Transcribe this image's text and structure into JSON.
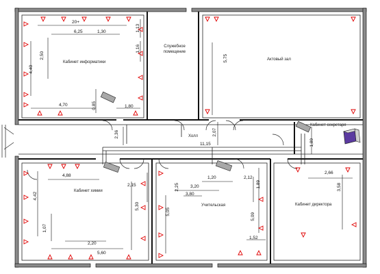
{
  "rooms": {
    "info_office": "Кабинет информатики",
    "utility": "Служебное помещение",
    "hall_assembly": "Актовый зал",
    "corridor": "Холл",
    "chem_office": "Кабинет химии",
    "teachers": "Учительская",
    "director": "Кабинет директора",
    "secretary": "Кабинет секретаря"
  },
  "dims": {
    "d20": "20+",
    "d625": "6,25",
    "d130": "1,30",
    "d113": "1,13",
    "d116": "1,16",
    "d250": "2,50",
    "d440": "4,40",
    "d470": "4,70",
    "d085": "0,85",
    "d180": "1,80",
    "d575": "5,75",
    "d236": "2,36",
    "d207": "2,07",
    "d1115": "11,15",
    "d189": "1,89",
    "d488": "4,88",
    "d442": "4,42",
    "d215": "2,15",
    "d530": "5,30",
    "d107": "1,07",
    "d220": "2,20",
    "d560": "5,60",
    "d120": "1,20",
    "d212": "2,12",
    "d225": "2,25",
    "d320": "3,20",
    "d380": "3,80",
    "d189b": "1,89",
    "d505": "5,05",
    "d509": "5,09",
    "d152": "1,52",
    "d266": "2,66",
    "d358": "3,58"
  },
  "colors": {
    "wall": "#7a7a7a",
    "line": "#111111",
    "marker": "#e00000",
    "device": "#9a9a9a",
    "server": "#5b3aa0"
  },
  "icons": {
    "camera": "camera-icon",
    "server": "server-icon",
    "sensor": "sensor-triangle-icon"
  }
}
